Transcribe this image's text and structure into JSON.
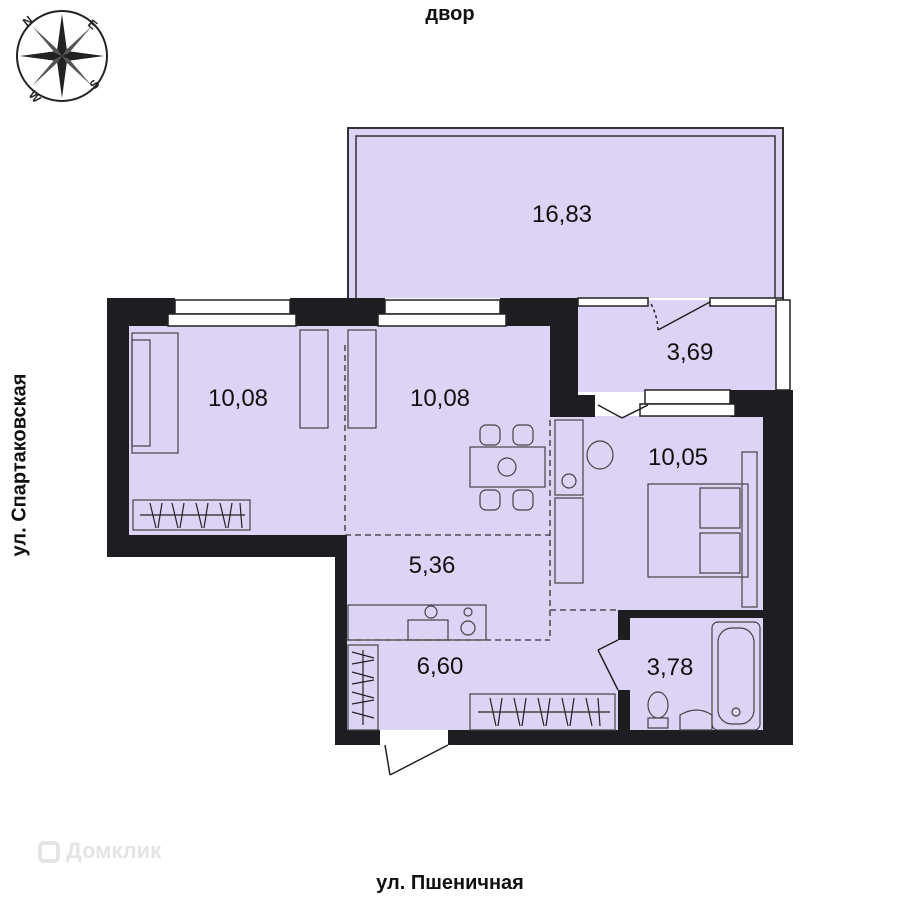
{
  "labels": {
    "yard": "двор",
    "street_bottom": "ул. Пшеничная",
    "street_left": "ул. Спартаковская"
  },
  "compass": [
    "N",
    "E",
    "S",
    "W"
  ],
  "rooms": [
    {
      "name": "balcony",
      "area": "16,83"
    },
    {
      "name": "loggia",
      "area": "3,69"
    },
    {
      "name": "room-left",
      "area": "10,08"
    },
    {
      "name": "living-dining",
      "area": "10,08"
    },
    {
      "name": "bedroom",
      "area": "10,05"
    },
    {
      "name": "kitchen",
      "area": "5,36"
    },
    {
      "name": "hall",
      "area": "6,60"
    },
    {
      "name": "bathroom",
      "area": "3,78"
    }
  ],
  "watermark": "Домклик",
  "colors": {
    "room_fill": "#ddd3f5",
    "wall": "#1e1e22",
    "text": "#111111"
  }
}
